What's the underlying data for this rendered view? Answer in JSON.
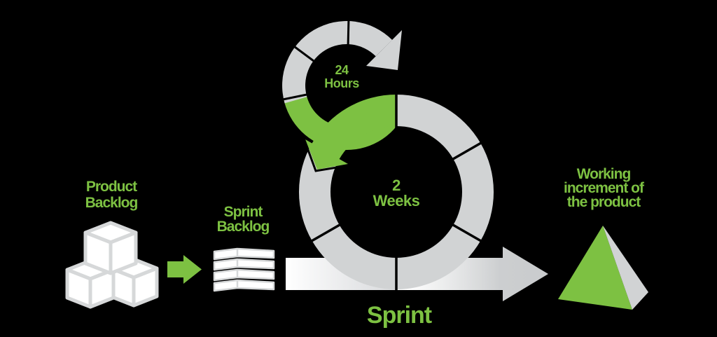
{
  "colors": {
    "accent_green": "#7dc142",
    "neutral_gray": "#d1d3d4",
    "arrow_white": "#ffffff",
    "background": "#000000"
  },
  "diagram": {
    "title_implied": "Scrum process cycle",
    "product_backlog": {
      "label": [
        "Product",
        "Backlog"
      ],
      "icon": "stacked-cubes-icon"
    },
    "flow_arrow": {
      "icon": "green-right-arrow-icon"
    },
    "sprint_backlog": {
      "label": [
        "Sprint",
        "Backlog"
      ],
      "icon": "stacked-layers-icon"
    },
    "daily_cycle": {
      "label": [
        "24",
        "Hours"
      ],
      "icon": "small-circular-arrow-icon"
    },
    "sprint_cycle": {
      "label": [
        "2",
        "Weeks"
      ],
      "icon": "segmented-ring-arrow-icon"
    },
    "sprint_arrow": {
      "label": "Sprint",
      "icon": "gradient-right-arrow-icon"
    },
    "increment": {
      "label": [
        "Working",
        "increment of",
        "the product"
      ],
      "icon": "pyramid-icon"
    }
  }
}
